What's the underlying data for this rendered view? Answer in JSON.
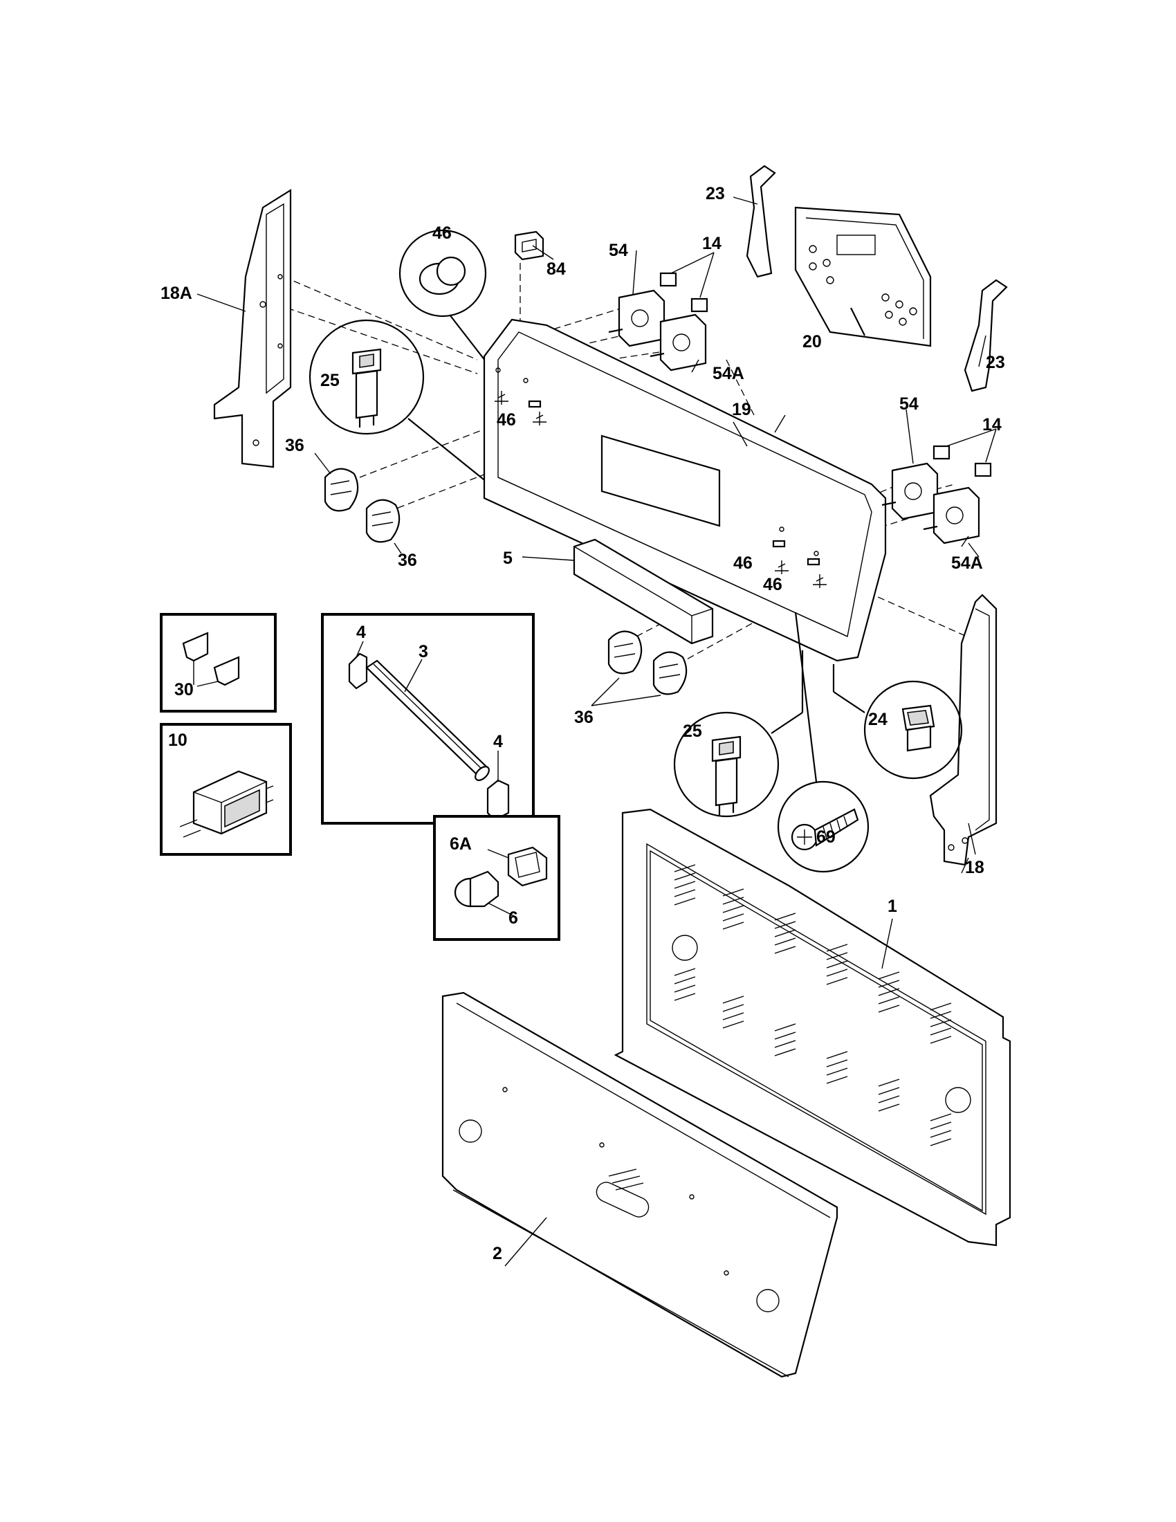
{
  "diagram": {
    "labels": {
      "l18A": "18A",
      "l46a": "46",
      "l84": "84",
      "l54a": "54",
      "l14a": "14",
      "l23a": "23",
      "l20": "20",
      "l23b": "23",
      "l25a": "25",
      "l54Aa": "54A",
      "l46b": "46",
      "l19": "19",
      "l54b": "54",
      "l14b": "14",
      "l36a": "36",
      "l36b": "36",
      "l54Ab": "54A",
      "l5": "5",
      "l46c": "46",
      "l46d": "46",
      "l30": "30",
      "l4a": "4",
      "l3": "3",
      "l4b": "4",
      "l36c": "36",
      "l25b": "25",
      "l24": "24",
      "l10": "10",
      "l6A": "6A",
      "l6": "6",
      "l69": "69",
      "l18": "18",
      "l1": "1",
      "l2": "2"
    }
  }
}
